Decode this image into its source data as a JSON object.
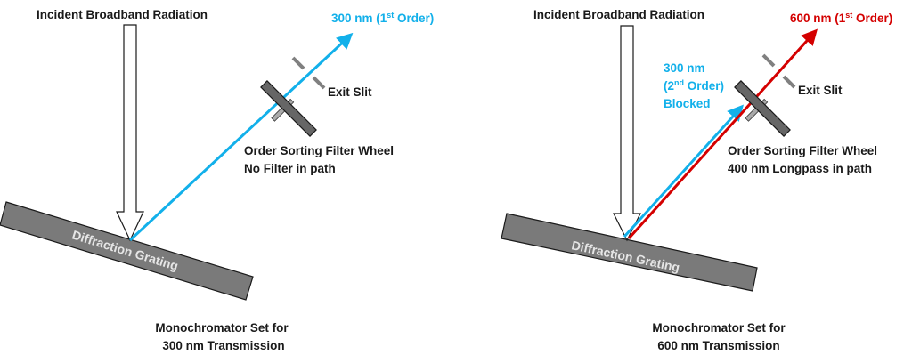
{
  "colors": {
    "blue": "#12b0ea",
    "red": "#d40000",
    "grating": "#7a7a7a",
    "slit": "#808080"
  },
  "left_panel": {
    "incident_label": "Incident Broadband Radiation",
    "beam_label_main": "300 nm (1",
    "beam_label_sup": "st",
    "beam_label_end": " Order)",
    "exit_slit_label": "Exit Slit",
    "filter_label_line1": "Order Sorting Filter Wheel",
    "filter_label_line2": "No Filter in path",
    "grating_label": "Diffraction Grating",
    "caption_line1": "Monochromator Set for",
    "caption_line2": "300 nm Transmission"
  },
  "right_panel": {
    "incident_label": "Incident Broadband Radiation",
    "beam_label_main": "600 nm (1",
    "beam_label_sup": "st",
    "beam_label_end": " Order)",
    "blocked_line1": "300 nm",
    "blocked_line2_main": "(2",
    "blocked_line2_sup": "nd",
    "blocked_line2_end": " Order)",
    "blocked_line3": "Blocked",
    "exit_slit_label": "Exit Slit",
    "filter_label_line1": "Order Sorting Filter Wheel",
    "filter_label_line2": "400 nm Longpass in path",
    "grating_label": "Diffraction Grating",
    "caption_line1": "Monochromator Set for",
    "caption_line2": "600 nm Transmission"
  }
}
